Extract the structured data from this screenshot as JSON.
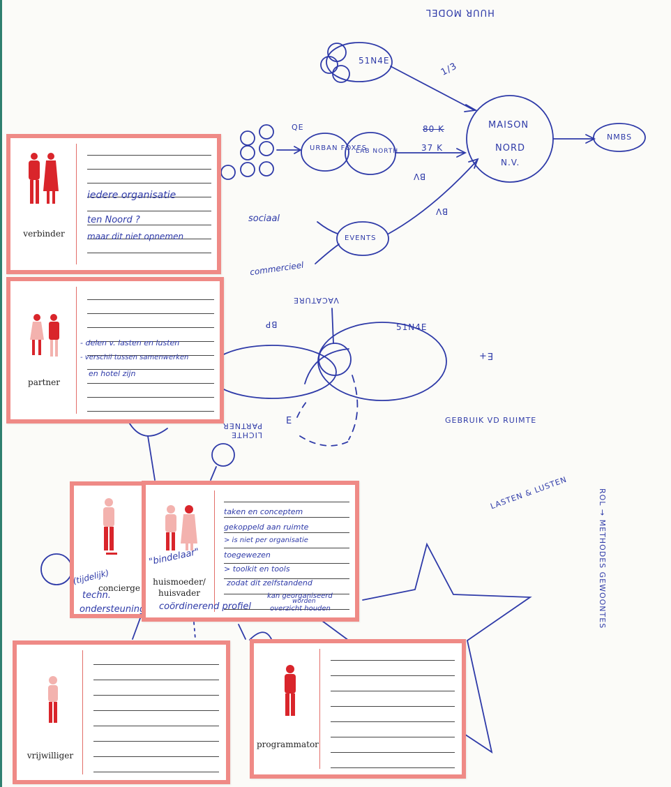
{
  "colors": {
    "ink": "#2e3aa8",
    "card_border": "#ef8a86",
    "figure_red": "#d9252b",
    "figure_pink": "#f3b2ae"
  },
  "top_note": "HUUR MODEL",
  "network": {
    "sinqe_top": "51N4E",
    "sinqe_arrow": "1/3",
    "qe": "QE",
    "urban_foxes": "URBAN FOXES",
    "lab_north": "LAB NORTH",
    "amount_37k": "37 K",
    "amount_crossed": "80 K",
    "bv_left": "BV",
    "bv_right": "BV",
    "maison": "MAISON",
    "nord": "NORD",
    "nv": "N.V.",
    "nmbs": "NMBS",
    "sociaal": "sociaal",
    "commercieel": "commercieel",
    "events": "EVENTS"
  },
  "venn": {
    "vacature": "VACATURE",
    "bp": "BP",
    "sinqe": "51N4E",
    "e_plus": "E+",
    "gebruik": "GEBRUIK VD RUIMTE",
    "lichte_partner": "LICHTE PARTNER",
    "e_small": "E"
  },
  "right_notes": {
    "rol": "ROL → METHODES GEWOONTES",
    "lasten": "LASTEN & LUSTEN"
  },
  "cards": {
    "verbinder": {
      "label": "verbinder",
      "notes": [
        "iedere organisatie",
        "ten Noord ?",
        "maar dit niet opnemen"
      ]
    },
    "partner": {
      "label": "partner",
      "notes": [
        "- delen v. lasten en lusten",
        "- verschil tussen samenwerken",
        "en hotel zijn"
      ]
    },
    "conciergerie": {
      "label": "concierge",
      "notes": [
        "(tijdelijk)",
        "techn.",
        "ondersteuning"
      ]
    },
    "huismoeder": {
      "label_1": "huismoeder/",
      "label_2": "huisvader",
      "quote": "\"bindelaar\"",
      "notes": [
        "taken en conceptem",
        "gekoppeld aan ruimte",
        "> is niet per organisatie",
        "toegewezen",
        "> toolkit en tools",
        "zodat dit zelfstandend",
        "kan georganiseerd",
        "worden"
      ],
      "extra": "coördinerend profiel",
      "small": "overzicht houden"
    },
    "vrijwilliger": {
      "label": "vrijwilliger"
    },
    "programmator": {
      "label": "programmator"
    }
  }
}
